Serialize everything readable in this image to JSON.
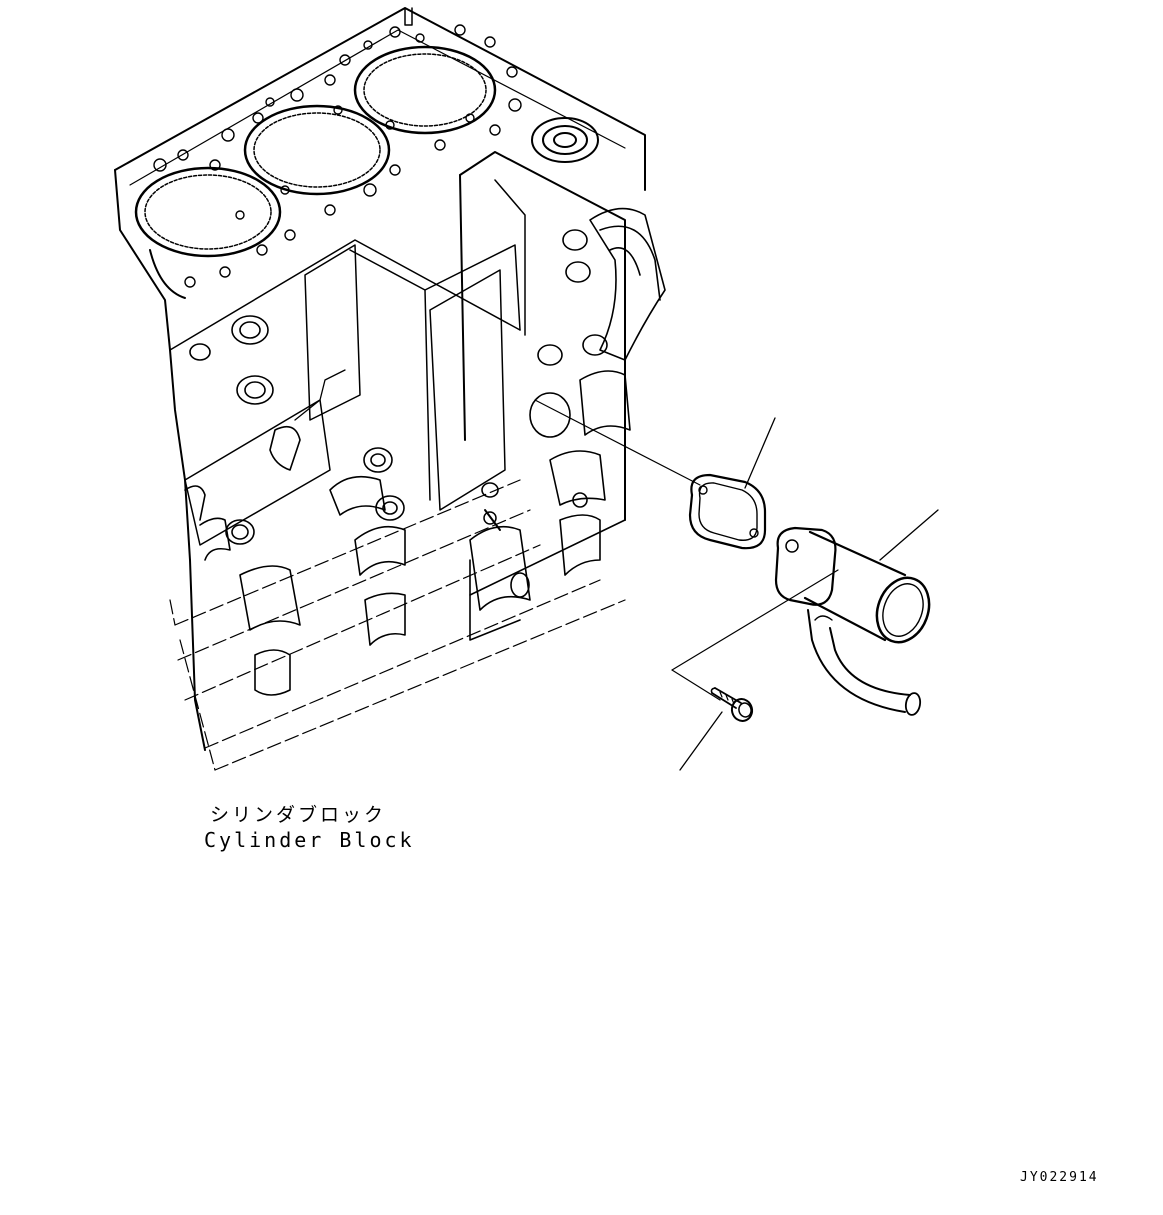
{
  "labels": {
    "part_name_jp": "シリンダブロック",
    "part_name_en": "Cylinder Block",
    "drawing_id": "JY022914"
  },
  "colors": {
    "line": "#000000",
    "background": "#ffffff"
  }
}
